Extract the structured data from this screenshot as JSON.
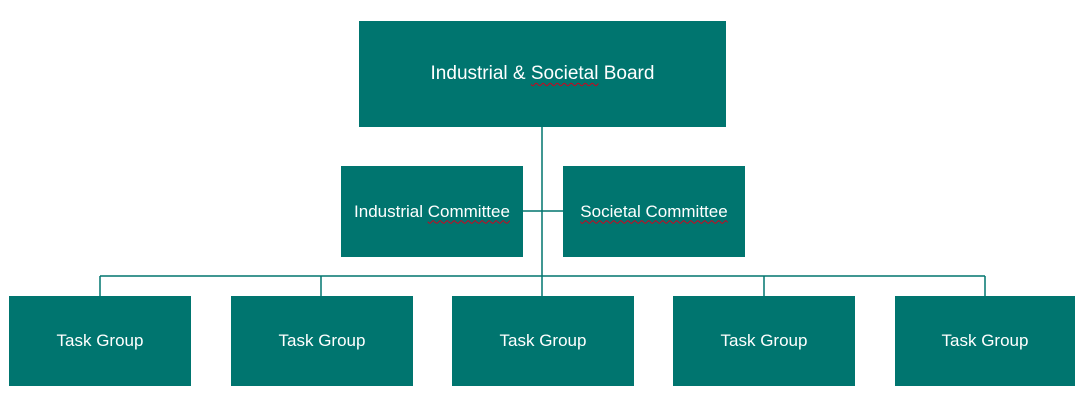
{
  "board": {
    "label_prefix": "Industrial & ",
    "label_flagged": "Societal",
    "label_suffix": " Board"
  },
  "committees": [
    {
      "label_prefix": "Industrial ",
      "label_flagged": "Committee",
      "label_suffix": ""
    },
    {
      "label_prefix": "",
      "label_flagged": "Societal Committee",
      "label_suffix": ""
    }
  ],
  "task_groups": [
    {
      "label": "Task Group"
    },
    {
      "label": "Task Group"
    },
    {
      "label": "Task Group"
    },
    {
      "label": "Task Group"
    },
    {
      "label": "Task Group"
    }
  ],
  "colors": {
    "box_fill": "#00756f",
    "box_text": "#ffffff",
    "connector": "#00756f",
    "spellcheck_underline": "#d0021b"
  }
}
